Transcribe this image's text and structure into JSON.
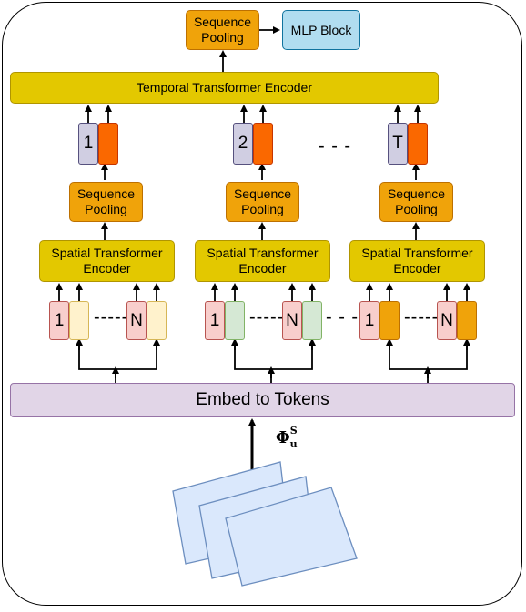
{
  "top": {
    "seq_pool": "Sequence Pooling",
    "mlp": "MLP Block"
  },
  "temporal": "Temporal Transformer Encoder",
  "frames": [
    {
      "index": "1",
      "seq_pool": "Sequence Pooling",
      "spatial": "Spatial Transformer Encoder",
      "tok_first": "1",
      "tok_last": "N"
    },
    {
      "index": "2",
      "seq_pool": "Sequence Pooling",
      "spatial": "Spatial Transformer Encoder",
      "tok_first": "1",
      "tok_last": "N"
    },
    {
      "index": "T",
      "seq_pool": "Sequence Pooling",
      "spatial": "Spatial Transformer Encoder",
      "tok_first": "1",
      "tok_last": "N"
    }
  ],
  "dashes": "- - -",
  "token_dashes": "-----",
  "embed": "Embed to Tokens",
  "input_symbol": {
    "base": "Φ",
    "sup": "S",
    "sub": "u"
  }
}
